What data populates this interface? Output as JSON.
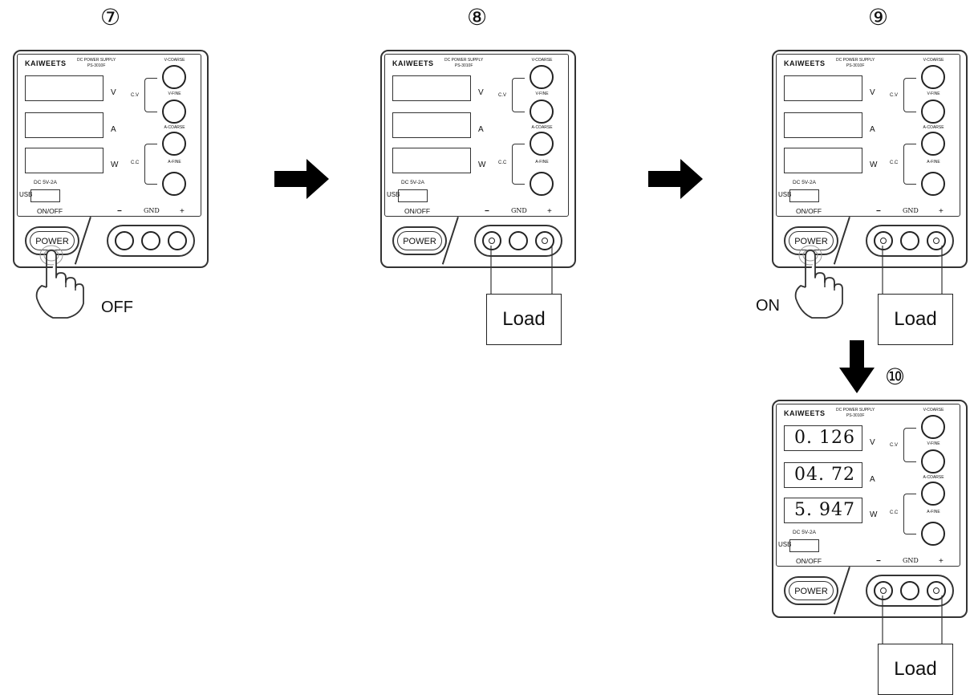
{
  "steps": [
    {
      "num": "⑦"
    },
    {
      "num": "⑧"
    },
    {
      "num": "⑨"
    },
    {
      "num": "⑩"
    }
  ],
  "device": {
    "brand": "KAIWEETS",
    "model_line1": "DC POWER SUPPLY",
    "model_line2": "PS-3010F",
    "unit_v": "V",
    "unit_a": "A",
    "unit_w": "W",
    "knob_v_coarse": "V-COARSE",
    "knob_v_fine": "V-FINE",
    "knob_a_coarse": "A-COARSE",
    "knob_a_fine": "A-FINE",
    "mode_cv": "C.V",
    "mode_cc": "C.C",
    "usb_spec": "DC 5V-2A",
    "usb_label": "USB",
    "onoff": "ON/OFF",
    "terminal_minus": "−",
    "terminal_gnd": "GND",
    "terminal_plus": "+",
    "power_label": "POWER"
  },
  "readings": {
    "voltage": "0. 126",
    "current": "04. 72",
    "power": "5. 947"
  },
  "captions": {
    "off": "OFF",
    "on": "ON"
  },
  "load_label": "Load",
  "colors": {
    "line": "#333333",
    "arrow": "#000000"
  },
  "icons": [
    "right-arrow-icon",
    "down-arrow-icon",
    "pressing-hand-icon"
  ]
}
